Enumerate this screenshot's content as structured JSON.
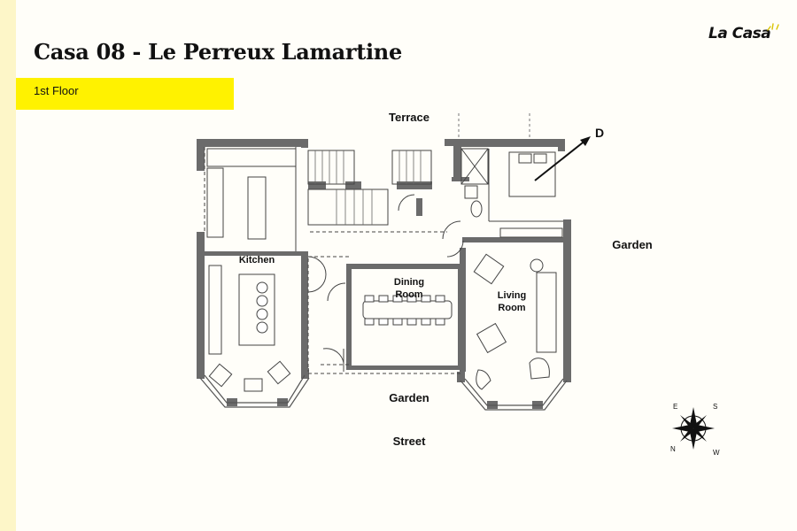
{
  "header": {
    "title": "Casa 08 - Le Perreux Lamartine",
    "floor_badge": "1st Floor",
    "logo_text": "La Casa"
  },
  "plan": {
    "rooms": {
      "kitchen": "Kitchen",
      "dining_line1": "Dining",
      "dining_line2": "Room",
      "living_line1": "Living",
      "living_line2": "Room"
    },
    "outside": {
      "terrace": "Terrace",
      "garden_right": "Garden",
      "garden_front": "Garden",
      "street": "Street"
    },
    "entry_marker": "D"
  },
  "compass": {
    "n": "N",
    "e": "E",
    "s": "S",
    "w": "W"
  },
  "colors": {
    "accent": "#fff200",
    "wall": "#6b6b6b",
    "line": "#444444"
  }
}
